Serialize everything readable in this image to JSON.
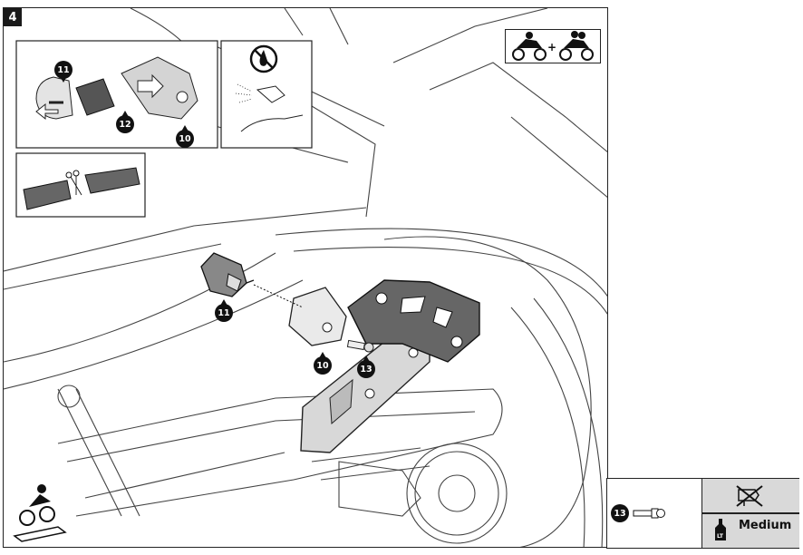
{
  "step": {
    "number": "4"
  },
  "callouts": {
    "c11_detail": "11",
    "c12_detail": "12",
    "c10_detail": "10",
    "c11_main": "11",
    "c10_main": "10",
    "c13_main": "13"
  },
  "legend": {
    "part_number": "13",
    "threadlocker_strength": "Medium",
    "threadlocker_badge": "LT"
  },
  "icons": {
    "riders": "two-up-riding-icon",
    "no_oil": "no-oil-icon",
    "cleaning": "spray-cleaning-icon",
    "cut": "scissors-icon",
    "no_power_tool": "no-power-tool-icon",
    "workshop": "motorcycle-on-lift-icon"
  }
}
